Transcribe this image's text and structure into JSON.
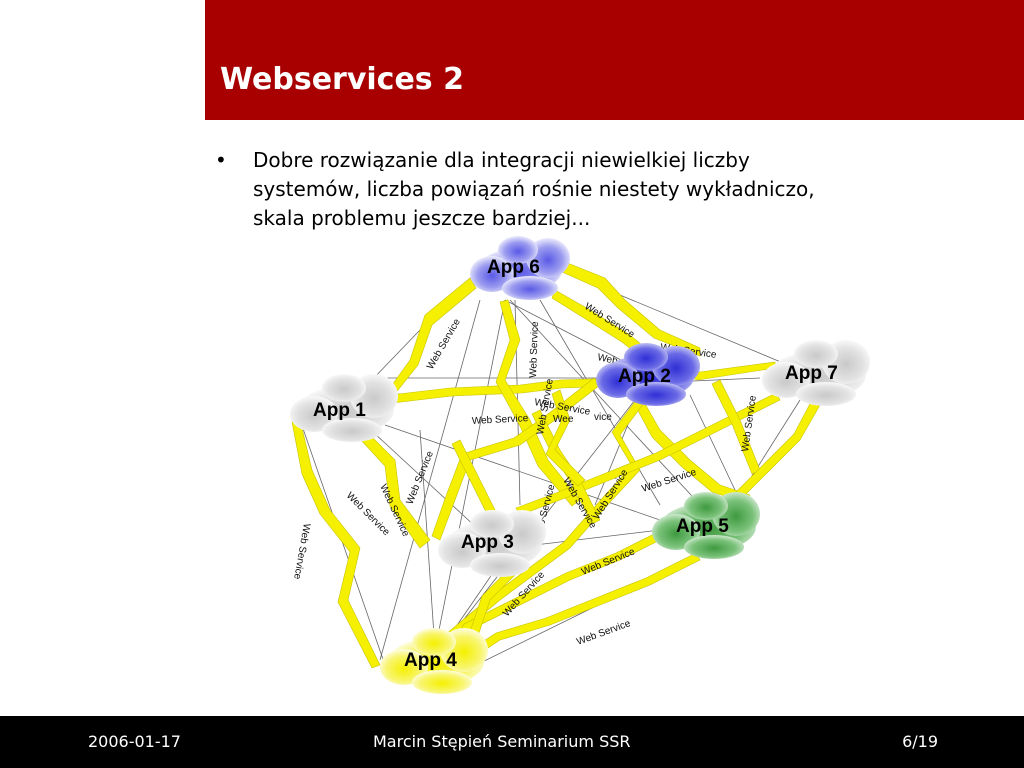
{
  "slide": {
    "title": "Webservices 2",
    "bullet": "Dobre rozwiązanie dla integracji niewielkiej liczby systemów, liczba powiązań rośnie niestety wykładniczo, skala problemu jeszcze bardziej..."
  },
  "diagram": {
    "nodes": [
      {
        "id": "app6",
        "label": "App 6",
        "color": "#5a5ae6"
      },
      {
        "id": "app2",
        "label": "App 2",
        "color": "#2f2fd6"
      },
      {
        "id": "app7",
        "label": "App 7",
        "color": "#d8d8d8"
      },
      {
        "id": "app1",
        "label": "App 1",
        "color": "#d8d8d8"
      },
      {
        "id": "app3",
        "label": "App 3",
        "color": "#d8d8d8"
      },
      {
        "id": "app5",
        "label": "App 5",
        "color": "#3f9a3f"
      },
      {
        "id": "app4",
        "label": "App 4",
        "color": "#f5f000"
      }
    ],
    "edge_label": "Web Service",
    "fragment_vice": "vice",
    "fragment_wee": "Wee",
    "lightning_color": "#f5f000"
  },
  "footer": {
    "date": "2006-01-17",
    "center": "Marcin Stępień Seminarium SSR",
    "page": "6/19"
  },
  "colors": {
    "title_bar": "#a80000",
    "footer": "#000000"
  }
}
